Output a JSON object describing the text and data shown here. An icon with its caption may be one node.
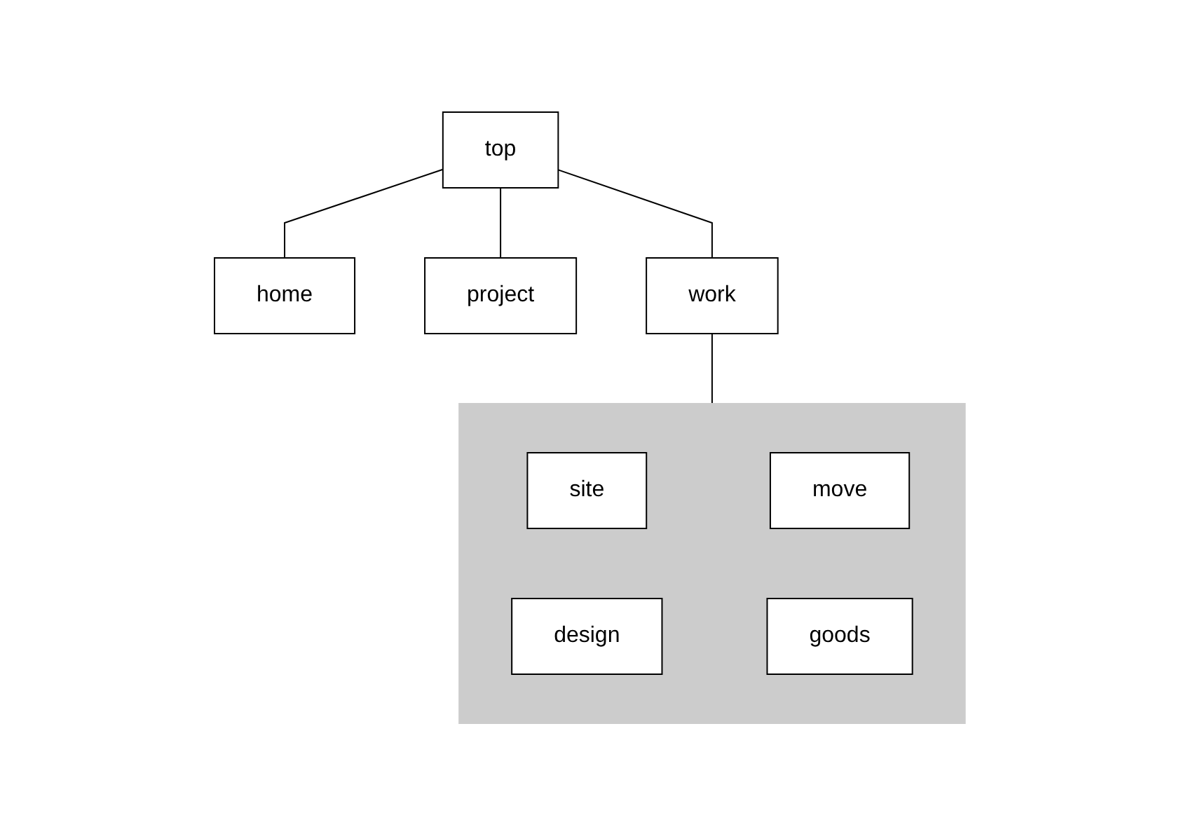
{
  "diagram": {
    "nodes": [
      {
        "text": [
          "top"
        ]
      },
      {
        "text": [
          "home"
        ]
      },
      {
        "text": [
          "project"
        ]
      },
      {
        "text": [
          "work"
        ]
      },
      {
        "text": [],
        "shape": "box"
      },
      {
        "text": [
          "site"
        ],
        "in": 4
      },
      {
        "text": [
          "design"
        ],
        "in": 4
      },
      {
        "text": [
          "move"
        ],
        "in": 4
      },
      {
        "text": [
          "goods"
        ],
        "in": 4
      }
    ],
    "edges": [
      {
        "from": 0,
        "to": 1,
        "arrow": "none"
      },
      {
        "from": 0,
        "to": 2,
        "arrow": "none"
      },
      {
        "from": 0,
        "to": 3,
        "arrow": "none"
      },
      {
        "from": 3,
        "to": 4,
        "arrow": "none"
      }
    ]
  }
}
